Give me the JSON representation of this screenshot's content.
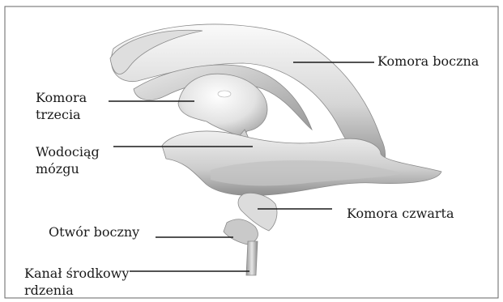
{
  "labels": {
    "lateral_ventricle": "Komora boczna",
    "third_ventricle_line1": "Komora",
    "third_ventricle_line2": "trzecia",
    "aqueduct_line1": "Wodociąg",
    "aqueduct_line2": "mózgu",
    "fourth_ventricle": "Komora czwarta",
    "lateral_aperture": "Otwór boczny",
    "central_canal_line1": "Kanał środkowy",
    "central_canal_line2": "rdzenia"
  },
  "colors": {
    "structure_light": "#f4f4f4",
    "structure_mid": "#cfcfcf",
    "structure_dark": "#8a8a8a",
    "line": "#1a1a1a"
  }
}
